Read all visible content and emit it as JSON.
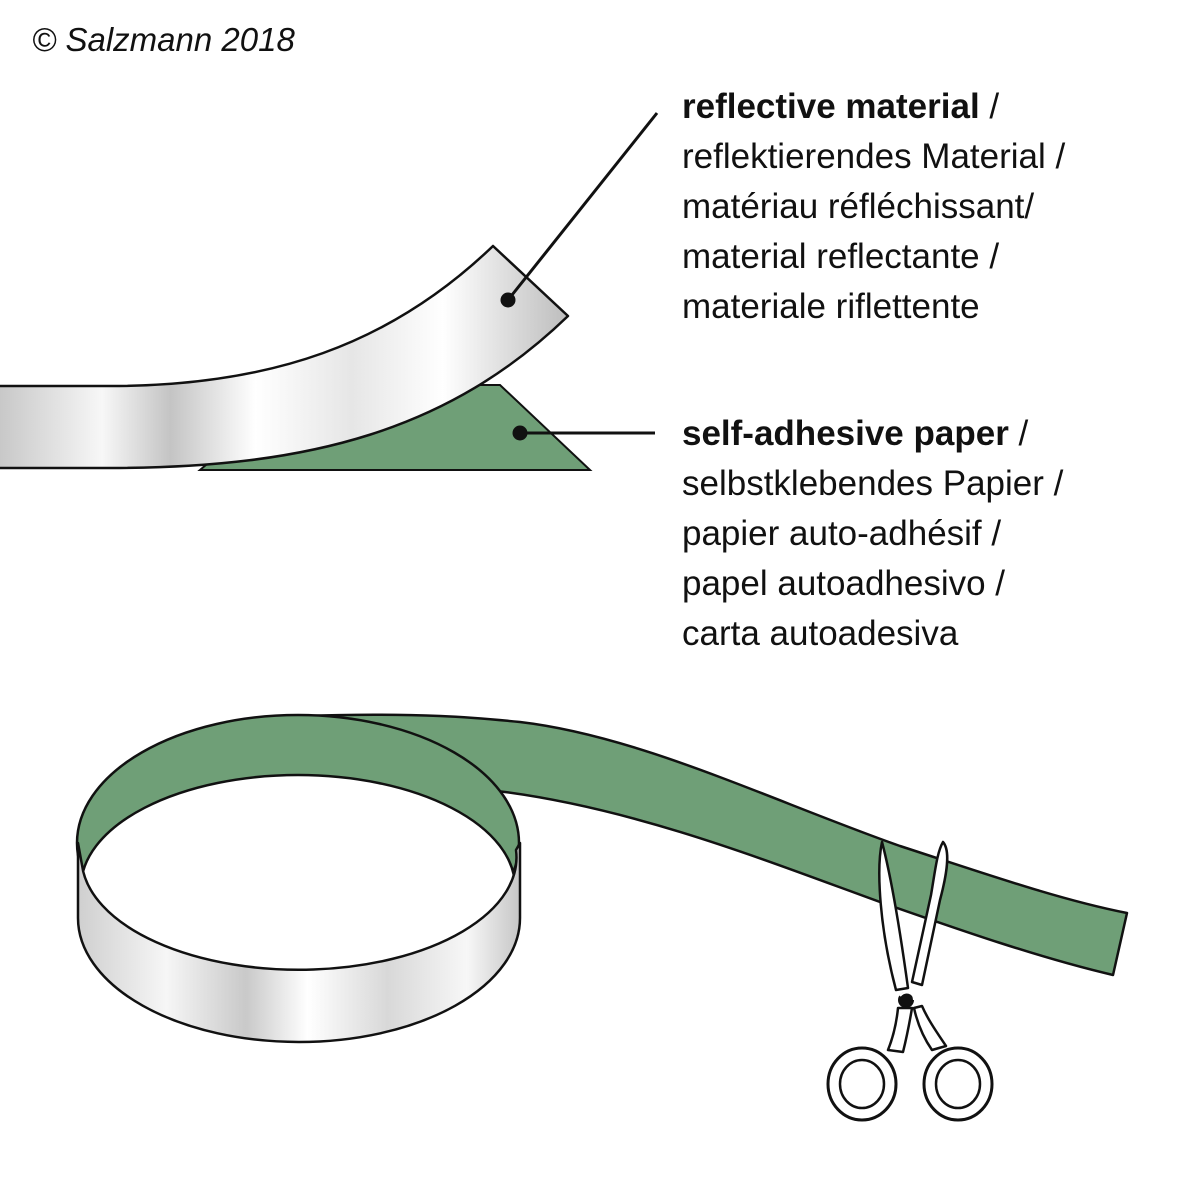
{
  "copyright": "© Salzmann 2018",
  "labels": {
    "reflective": {
      "heading": "reflective material",
      "heading_suffix": " /",
      "translations": [
        "reflektierendes Material /",
        "matériau réfléchissant/",
        "material reflectante /",
        "materiale riflettente"
      ]
    },
    "adhesive": {
      "heading": "self-adhesive paper",
      "heading_suffix": " /",
      "translations": [
        "selbstklebendes Papier /",
        "papier auto-adhésif /",
        "papel autoadhesivo /",
        "carta autoadesiva"
      ]
    }
  },
  "colors": {
    "paper_green": "#6f9f77",
    "outline": "#111111",
    "silver_light": "#ffffff",
    "silver_dark": "#c4c4c4"
  },
  "icons": [
    "scissors-icon"
  ]
}
